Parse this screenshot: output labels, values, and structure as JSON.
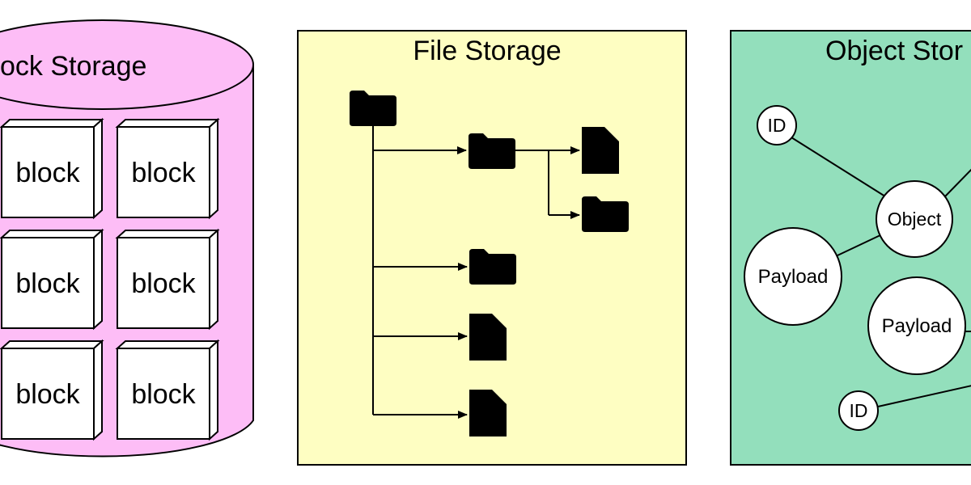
{
  "colors": {
    "block_fill": "#fdbdf6",
    "file_fill": "#fefec2",
    "object_fill": "#93dfbc",
    "stroke": "#000000",
    "icon": "#000000",
    "node_fill": "#ffffff"
  },
  "block_storage": {
    "title": "ock Storage",
    "blocks": [
      "block",
      "block",
      "block",
      "block",
      "block",
      "block"
    ]
  },
  "file_storage": {
    "title": "File Storage",
    "icons": [
      "root-folder-icon",
      "subfolder-icon",
      "file-icon",
      "folder-icon",
      "folder-icon",
      "file-icon",
      "file-icon"
    ]
  },
  "object_storage": {
    "title": "Object Stor",
    "nodes": {
      "id_top": "ID",
      "object": "Object",
      "payload_left": "Payload",
      "payload_mid": "Payload",
      "id_bottom": "ID"
    }
  }
}
